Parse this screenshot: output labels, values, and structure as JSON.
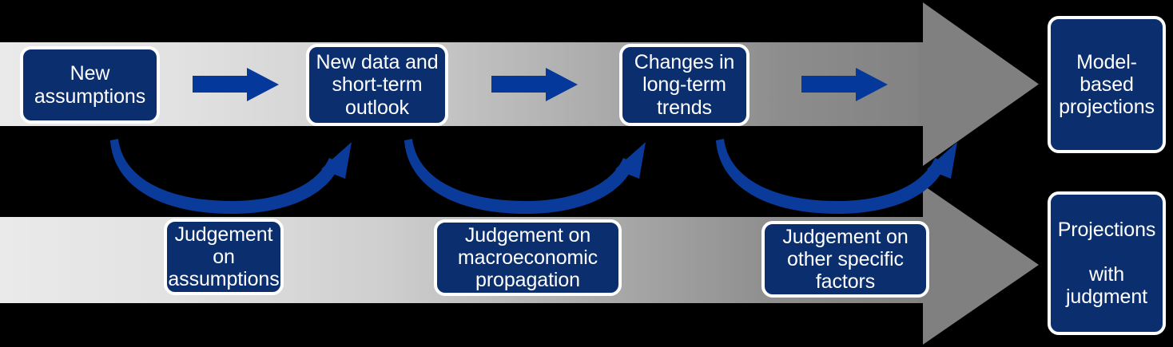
{
  "diagram": {
    "title": "Projection process with judgment",
    "colors": {
      "box_fill": "#0b2f6e",
      "box_border": "#ffffff",
      "arrow_blue": "#05389b",
      "band_gradient_start": "#eaeaea",
      "band_gradient_end": "#808080",
      "background": "#000000"
    },
    "top_row": {
      "name": "model-based-projection-flow",
      "boxes": [
        {
          "id": "new-assumptions",
          "label": "New\nassumptions"
        },
        {
          "id": "new-data-outlook",
          "label": "New data and\nshort-term\noutlook"
        },
        {
          "id": "changes-long-term",
          "label": "Changes in\nlong-term\ntrends"
        }
      ],
      "connector_arrows": [
        {
          "id": "arrow-1",
          "direction": "right"
        },
        {
          "id": "arrow-2",
          "direction": "right"
        },
        {
          "id": "arrow-3",
          "direction": "right"
        }
      ],
      "output": {
        "id": "model-based-projections",
        "label": "Model-\nbased\nprojections"
      }
    },
    "bottom_row": {
      "name": "judgment-projection-flow",
      "boxes": [
        {
          "id": "judgement-assumptions",
          "label": "Judgement\non\nassumptions"
        },
        {
          "id": "judgement-macro",
          "label": "Judgement on\nmacroeconomic\npropagation"
        },
        {
          "id": "judgement-other",
          "label": "Judgement on\nother specific\nfactors"
        }
      ],
      "output": {
        "id": "projections-with-judgment",
        "label": "Projections\n\nwith\njudgment"
      }
    },
    "feedback_arrows": [
      {
        "id": "feedback-arrow-1",
        "from": "judgement-assumptions",
        "to": "new-data-outlook",
        "shape": "curved-up-right"
      },
      {
        "id": "feedback-arrow-2",
        "from": "judgement-macro",
        "to": "changes-long-term",
        "shape": "curved-up-right"
      },
      {
        "id": "feedback-arrow-3",
        "from": "judgement-other",
        "to": "model-based-projections",
        "shape": "curved-up-right"
      }
    ]
  }
}
